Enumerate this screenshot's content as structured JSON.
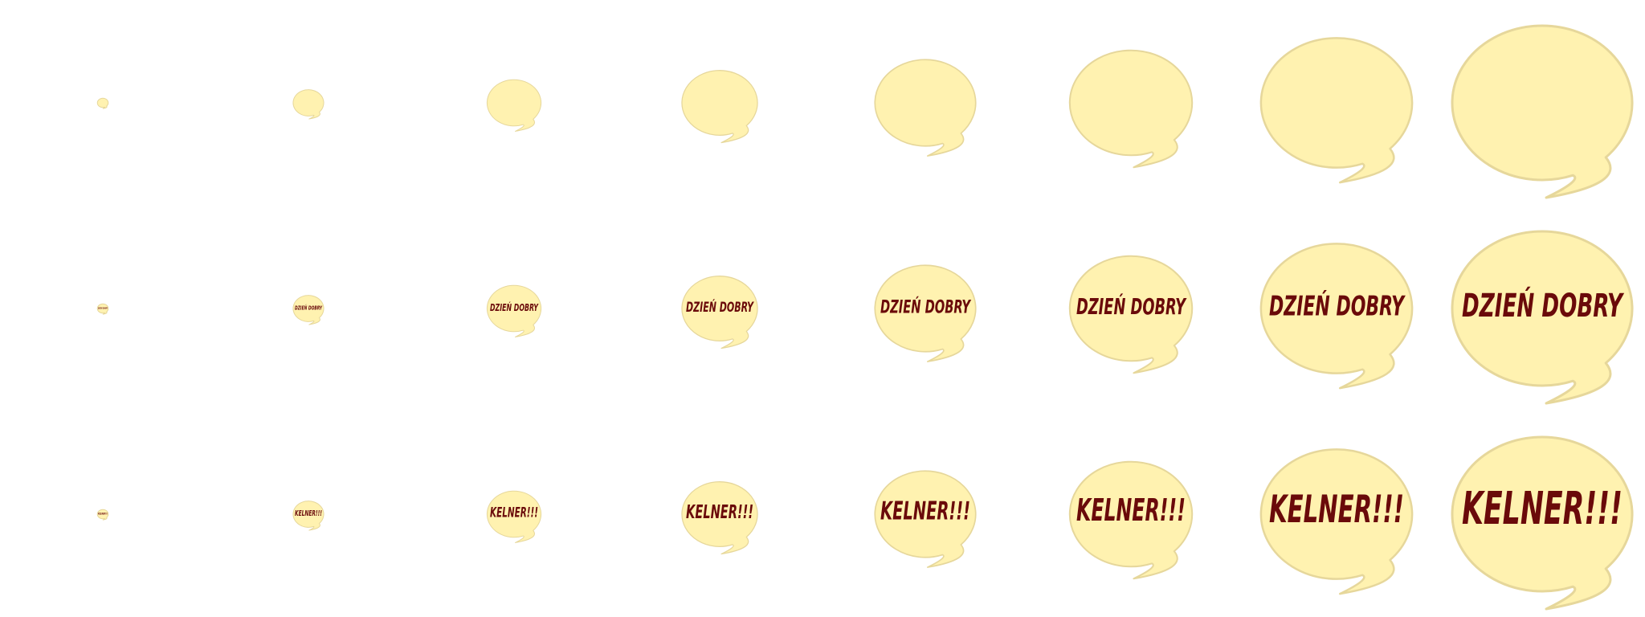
{
  "colors": {
    "bubble_fill": "#fff2b0",
    "bubble_stroke": "#e6d79b",
    "text_color": "#6a0a0a",
    "background": "#ffffff"
  },
  "rows": [
    {
      "name": "empty",
      "text": ""
    },
    {
      "name": "greeting",
      "text": "DZIEŃ DOBRY"
    },
    {
      "name": "call",
      "text": "KELNER!!!"
    }
  ],
  "scales": [
    0.06,
    0.17,
    0.3,
    0.42,
    0.56,
    0.68,
    0.84,
    1.0
  ]
}
